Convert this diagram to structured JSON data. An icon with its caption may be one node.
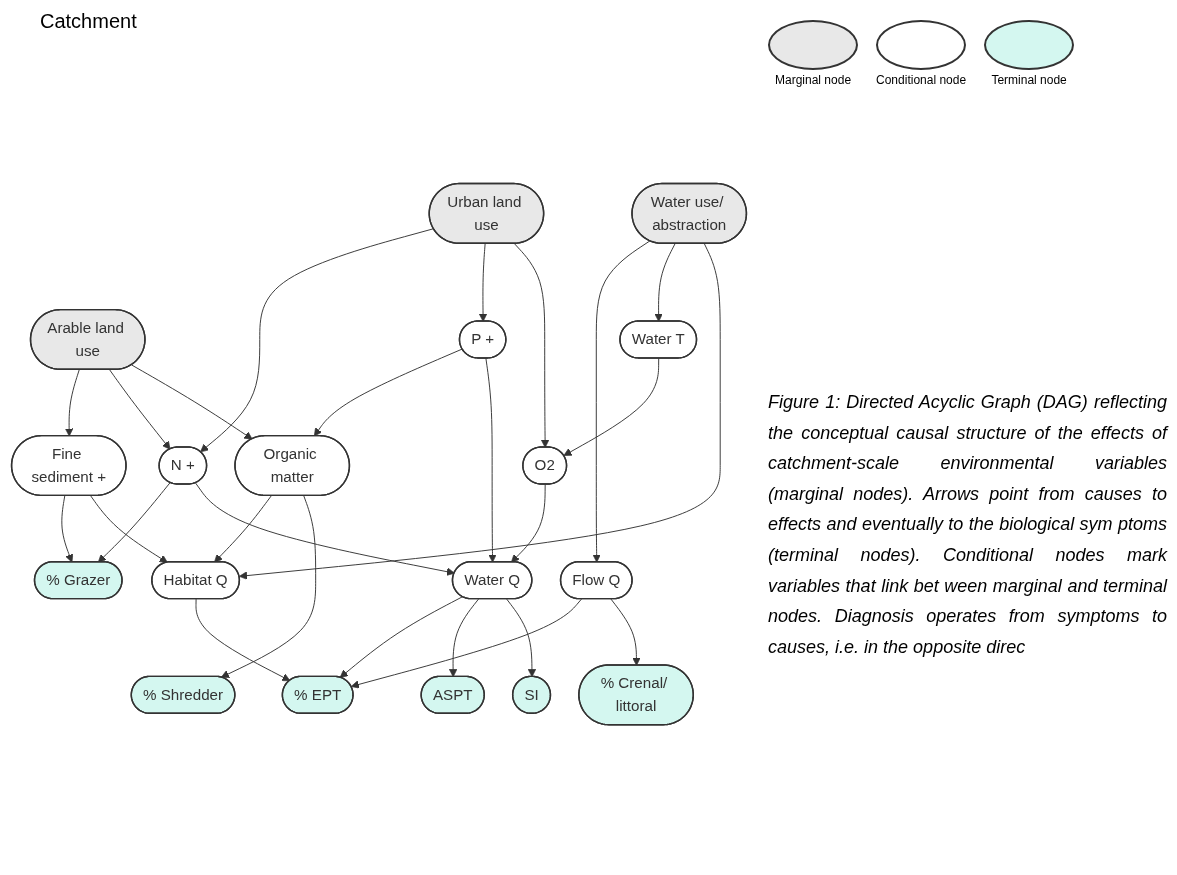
{
  "diagram": {
    "title": "Catchment",
    "caption": "Figure 1: Directed Acyclic Graph (DAG) reflecting the conceptual causal structure of the effects of catchment-scale environmental variables (marginal nodes). Arrows point from causes to effects and eventually to the biological sym ptoms (terminal nodes). Conditional nodes mark variables that link bet ween marginal and terminal nodes. Diagnosis operates from symptoms to causes, i.e. in the opposite direc",
    "nodes": [
      {
        "text": [
          "Arable land use"
        ]
      },
      {
        "text": [
          "Urban land use"
        ]
      },
      {
        "text": [
          "% Grazer"
        ]
      },
      {
        "text": [
          "Fine sediment +"
        ]
      },
      {
        "text": [
          "P +"
        ]
      },
      {
        "text": [
          "Water use/ abstraction"
        ]
      },
      {
        "text": [
          "N +"
        ]
      },
      {
        "text": [
          "Organic matter"
        ]
      },
      {
        "text": [
          "Habitat Q"
        ]
      },
      {
        "text": [
          "Water T"
        ]
      },
      {
        "text": [
          "Water Q"
        ]
      },
      {
        "text": [
          "Flow Q"
        ]
      },
      {
        "text": [
          "O2"
        ]
      },
      {
        "text": [
          "% EPT"
        ]
      },
      {
        "text": [
          "SI"
        ]
      },
      {
        "text": [
          "ASPT"
        ]
      },
      {
        "text": [
          "% Crenal/ littoral"
        ]
      },
      {
        "text": [
          "% Shredder"
        ]
      }
    ],
    "edges": [
      {
        "from": 0,
        "to": 3,
        "arrow": "to"
      },
      {
        "from": 0,
        "to": 6,
        "arrow": "to"
      },
      {
        "from": 0,
        "to": 7,
        "arrow": "to"
      },
      {
        "from": 1,
        "to": 6,
        "arrow": "to"
      },
      {
        "from": 1,
        "to": 4,
        "arrow": "to"
      },
      {
        "from": 1,
        "to": 12,
        "arrow": "to"
      },
      {
        "from": 3,
        "to": 2,
        "arrow": "to"
      },
      {
        "from": 6,
        "to": 2,
        "arrow": "to"
      },
      {
        "from": 3,
        "to": 8,
        "arrow": "to"
      },
      {
        "from": 4,
        "to": 7,
        "arrow": "to"
      },
      {
        "from": 4,
        "to": 10,
        "arrow": "to"
      },
      {
        "from": 6,
        "to": 10,
        "arrow": "to"
      },
      {
        "from": 5,
        "to": 11,
        "arrow": "to"
      },
      {
        "from": 5,
        "to": 9,
        "arrow": "to"
      },
      {
        "from": 5,
        "to": 8,
        "arrow": "to"
      },
      {
        "from": 7,
        "to": 8,
        "arrow": "to"
      },
      {
        "from": 7,
        "to": 17,
        "arrow": "to"
      },
      {
        "from": 8,
        "to": 13,
        "arrow": "to"
      },
      {
        "from": 10,
        "to": 13,
        "arrow": "to"
      },
      {
        "from": 10,
        "to": 15,
        "arrow": "to"
      },
      {
        "from": 10,
        "to": 14,
        "arrow": "to"
      },
      {
        "from": 12,
        "to": 10,
        "arrow": "to"
      },
      {
        "from": 9,
        "to": 12,
        "arrow": "to"
      },
      {
        "from": 11,
        "to": 13,
        "arrow": "to"
      },
      {
        "from": 11,
        "to": 16,
        "arrow": "to"
      }
    ],
    "legend": [
      {
        "text": "Marginal node",
        "color": "#e8e8e8"
      },
      {
        "text": "Conditional node",
        "color": "#ffffff"
      },
      {
        "text": "Terminal node",
        "color": "#d4f7f0"
      }
    ]
  }
}
